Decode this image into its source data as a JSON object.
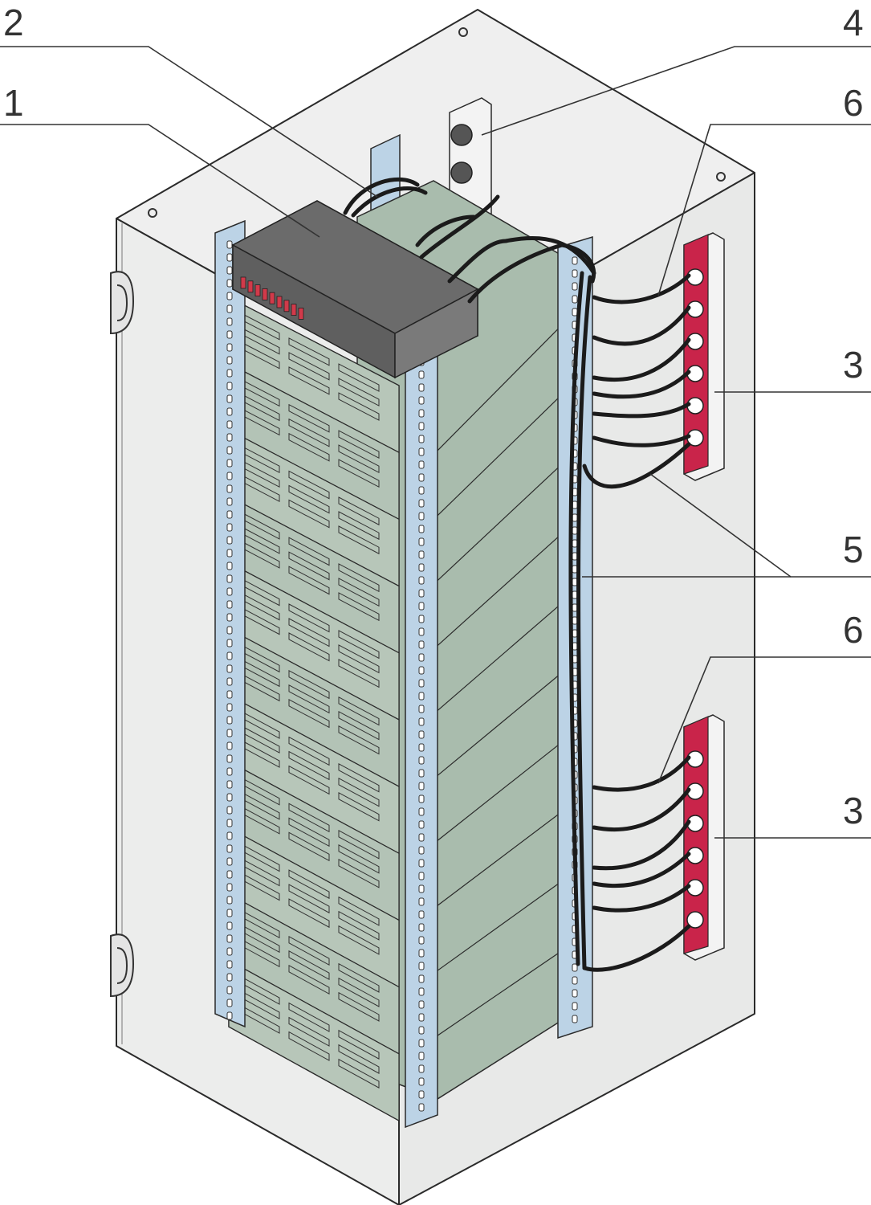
{
  "figure": {
    "colors": {
      "cabinet": "#ecedec",
      "cabinet_shade": "#e2e3e2",
      "rail": "#bcd3e6",
      "server_face": "#b7c6b9",
      "server_side": "#a9bcad",
      "network_device": "#6b6b6b",
      "pdu_body": "#f3f3f3",
      "pdu_socket_strip": "#c9244a",
      "cable": "#1b1b1b"
    },
    "callouts": [
      {
        "id": "c1",
        "label": "1",
        "part": "network-switch"
      },
      {
        "id": "c2",
        "label": "2",
        "part": "rear-cables"
      },
      {
        "id": "c3a",
        "label": "3",
        "part": "upper-pdu-socket-strip"
      },
      {
        "id": "c3b",
        "label": "3",
        "part": "lower-pdu-socket-strip"
      },
      {
        "id": "c4",
        "label": "4",
        "part": "top-pdu"
      },
      {
        "id": "c5",
        "label": "5",
        "part": "cable-bundle-rail"
      },
      {
        "id": "c6a",
        "label": "6",
        "part": "upper-power-cables"
      },
      {
        "id": "c6b",
        "label": "6",
        "part": "lower-power-cables"
      }
    ]
  }
}
